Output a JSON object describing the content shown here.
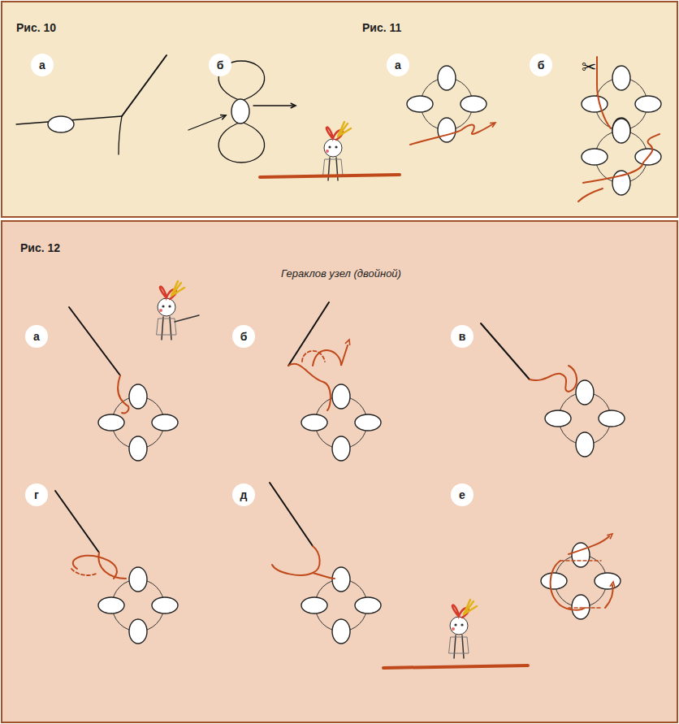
{
  "diagram": {
    "nodes": [
      {
        "text": [
          "а"
        ]
      },
      {
        "text": [
          "б"
        ]
      },
      {
        "text": [
          "а"
        ]
      },
      {
        "text": [
          "б"
        ]
      },
      {
        "text": [
          "а"
        ]
      },
      {
        "text": [
          "б"
        ]
      },
      {
        "text": [
          "в"
        ]
      },
      {
        "text": [
          "г"
        ]
      },
      {
        "text": [
          "д"
        ]
      },
      {
        "text": [
          "е"
        ]
      }
    ],
    "labels": [
      "Рис. 10",
      "Рис. 11",
      "Рис. 12",
      "Гераклов узел (двойной)"
    ]
  }
}
